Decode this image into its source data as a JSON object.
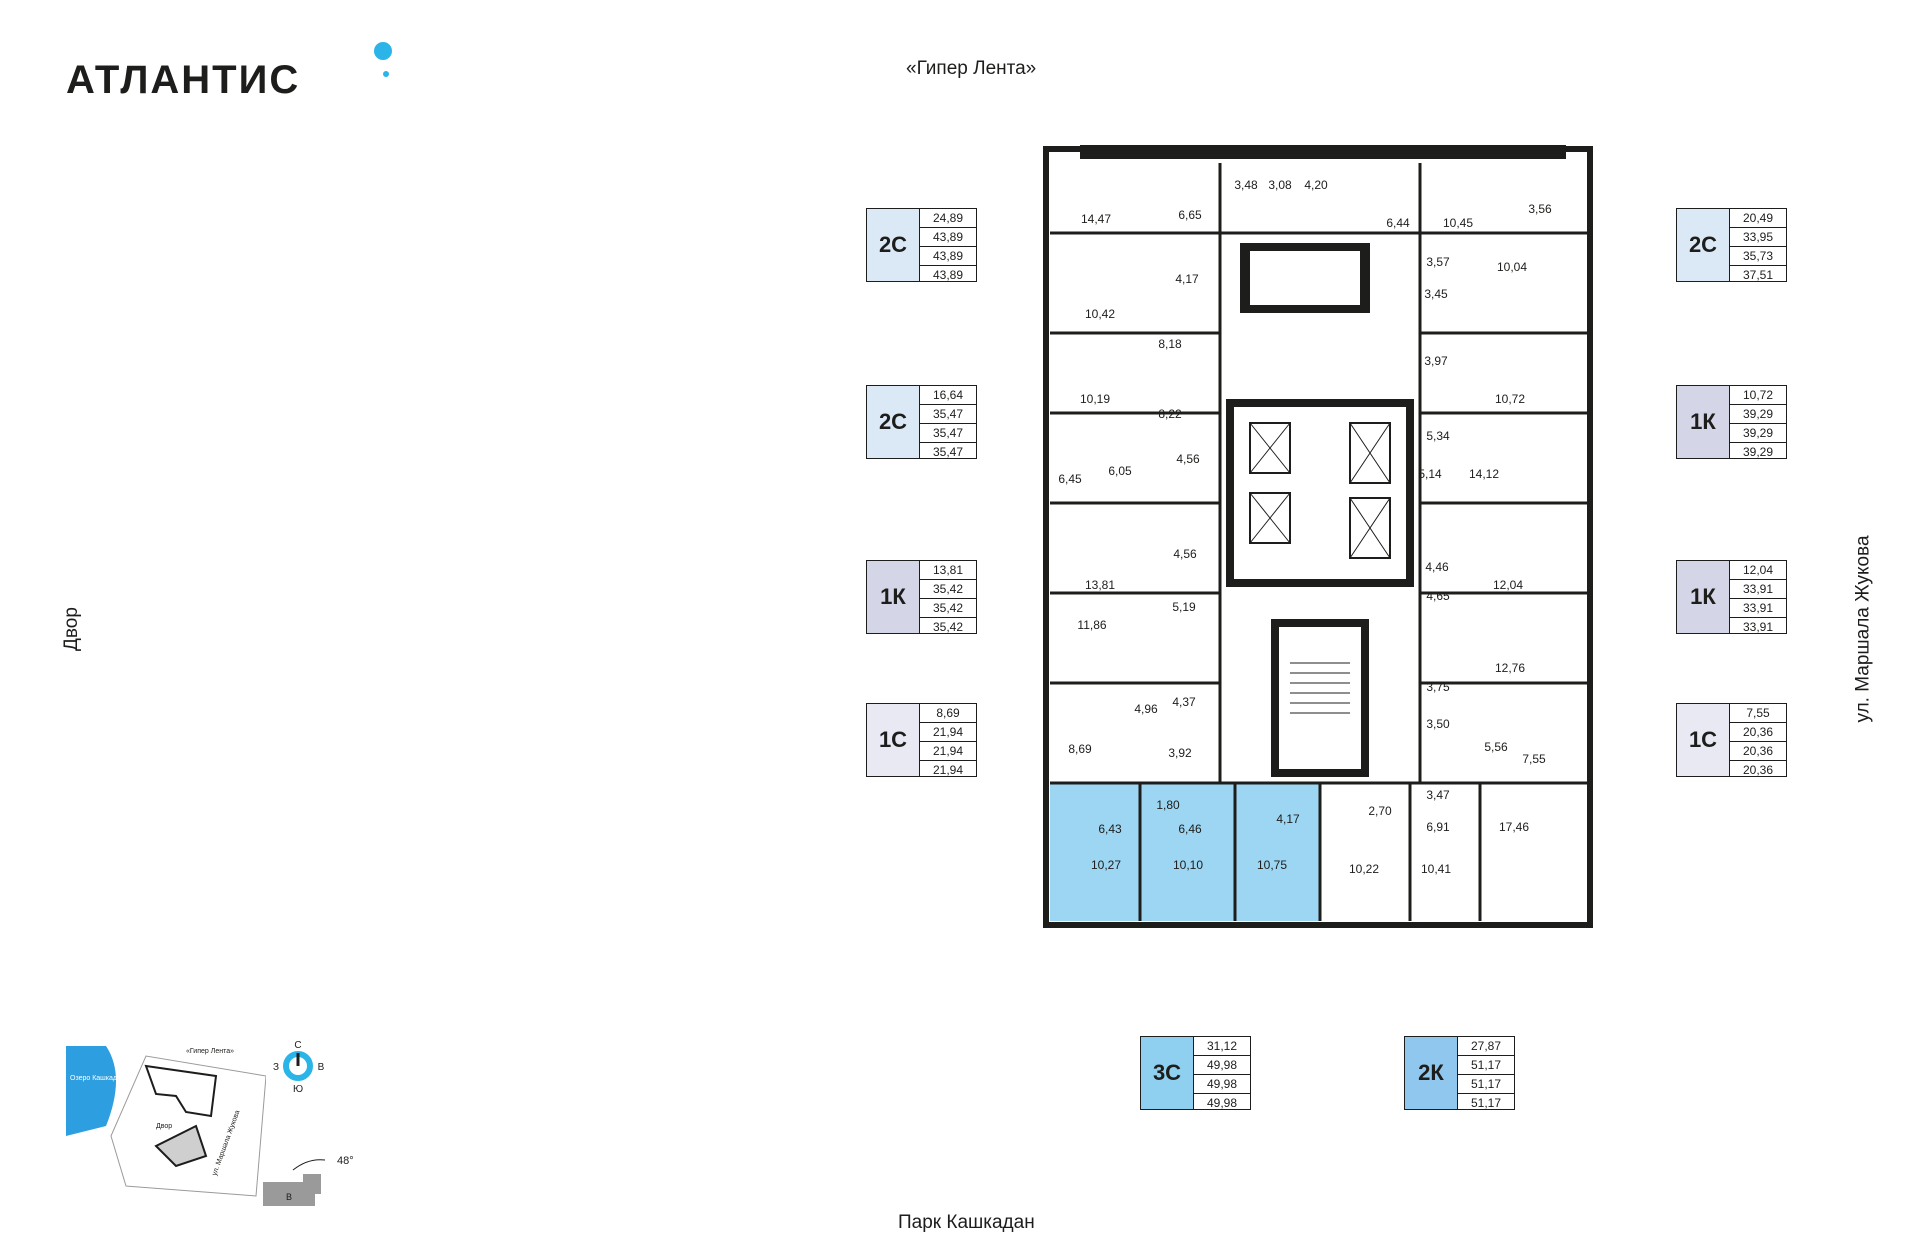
{
  "brand": {
    "name": "АТЛАНТИС"
  },
  "orientation": {
    "top": "«Гипер Лента»",
    "bottom": "Парк Кашкадан",
    "left": "Двор",
    "right": "ул. Маршала Жукова"
  },
  "apartments_left": [
    {
      "code": "2С",
      "areas": [
        "24,89",
        "43,89",
        "43,89",
        "43,89"
      ],
      "color": "#dbe9f6"
    },
    {
      "code": "2С",
      "areas": [
        "16,64",
        "35,47",
        "35,47",
        "35,47"
      ],
      "color": "#dbe9f6"
    },
    {
      "code": "1К",
      "areas": [
        "13,81",
        "35,42",
        "35,42",
        "35,42"
      ],
      "color": "#d4d5e6"
    },
    {
      "code": "1С",
      "areas": [
        "8,69",
        "21,94",
        "21,94",
        "21,94"
      ],
      "color": "#e8e9f3"
    }
  ],
  "apartments_right": [
    {
      "code": "2С",
      "areas": [
        "20,49",
        "33,95",
        "35,73",
        "37,51"
      ],
      "color": "#dbe9f6"
    },
    {
      "code": "1К",
      "areas": [
        "10,72",
        "39,29",
        "39,29",
        "39,29"
      ],
      "color": "#d4d5e6"
    },
    {
      "code": "1К",
      "areas": [
        "12,04",
        "33,91",
        "33,91",
        "33,91"
      ],
      "color": "#d4d5e6"
    },
    {
      "code": "1С",
      "areas": [
        "7,55",
        "20,36",
        "20,36",
        "20,36"
      ],
      "color": "#e8e9f3"
    }
  ],
  "apartments_bottom": [
    {
      "code": "3С",
      "areas": [
        "31,12",
        "49,98",
        "49,98",
        "49,98"
      ],
      "color": "#8fd0f0"
    },
    {
      "code": "2К",
      "areas": [
        "27,87",
        "51,17",
        "51,17",
        "51,17"
      ],
      "color": "#8fc7ee"
    }
  ],
  "rooms": {
    "r1447": "14,47",
    "r665": "6,65",
    "r348": "3,48",
    "r308": "3,08",
    "r420": "4,20",
    "r644": "6,44",
    "r1045": "10,45",
    "r356": "3,56",
    "r1042": "10,42",
    "r417a": "4,17",
    "r818": "8,18",
    "r357": "3,57",
    "r1004": "10,04",
    "r345": "3,45",
    "r397": "3,97",
    "r1019": "10,19",
    "r822": "8,22",
    "r1072": "10,72",
    "r534": "5,34",
    "r645": "6,45",
    "r605": "6,05",
    "r456a": "4,56",
    "r514": "5,14",
    "r1412": "14,12",
    "r1381": "13,81",
    "r456b": "4,56",
    "r446": "4,46",
    "r1204": "12,04",
    "r519": "5,19",
    "r1186": "11,86",
    "r465": "4,65",
    "r1276": "12,76",
    "r496": "4,96",
    "r437": "4,37",
    "r375": "3,75",
    "r350": "3,50",
    "r869": "8,69",
    "r392": "3,92",
    "r556": "5,56",
    "r755": "7,55",
    "r347": "3,47",
    "r180": "1,80",
    "r643": "6,43",
    "r646": "6,46",
    "r417b": "4,17",
    "r270": "2,70",
    "r691": "6,91",
    "r1746": "17,46",
    "r1027": "10,27",
    "r1010": "10,10",
    "r1075": "10,75",
    "r1022": "10,22",
    "r1041": "10,41"
  },
  "minimap": {
    "lake": "Озеро Кашкадан",
    "top_label": "«Гипер Лента»",
    "court": "Двор",
    "street": "ул. Маршала Жукова",
    "section": "В"
  },
  "compass": {
    "n": "С",
    "s": "Ю",
    "w": "З",
    "e": "В",
    "angle": "48°"
  }
}
